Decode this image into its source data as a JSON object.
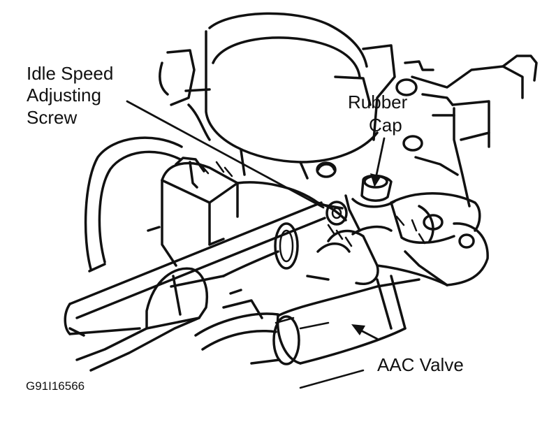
{
  "labels": {
    "idle_speed_line1": "Idle Speed",
    "idle_speed_line2": "Adjusting",
    "idle_speed_line3": "Screw",
    "rubber_cap_line1": "Rubber",
    "rubber_cap_line2": "Cap",
    "aac_valve": "AAC Valve"
  },
  "figure_id": "G91I16566",
  "colors": {
    "ink": "#111111",
    "paper": "#ffffff"
  }
}
